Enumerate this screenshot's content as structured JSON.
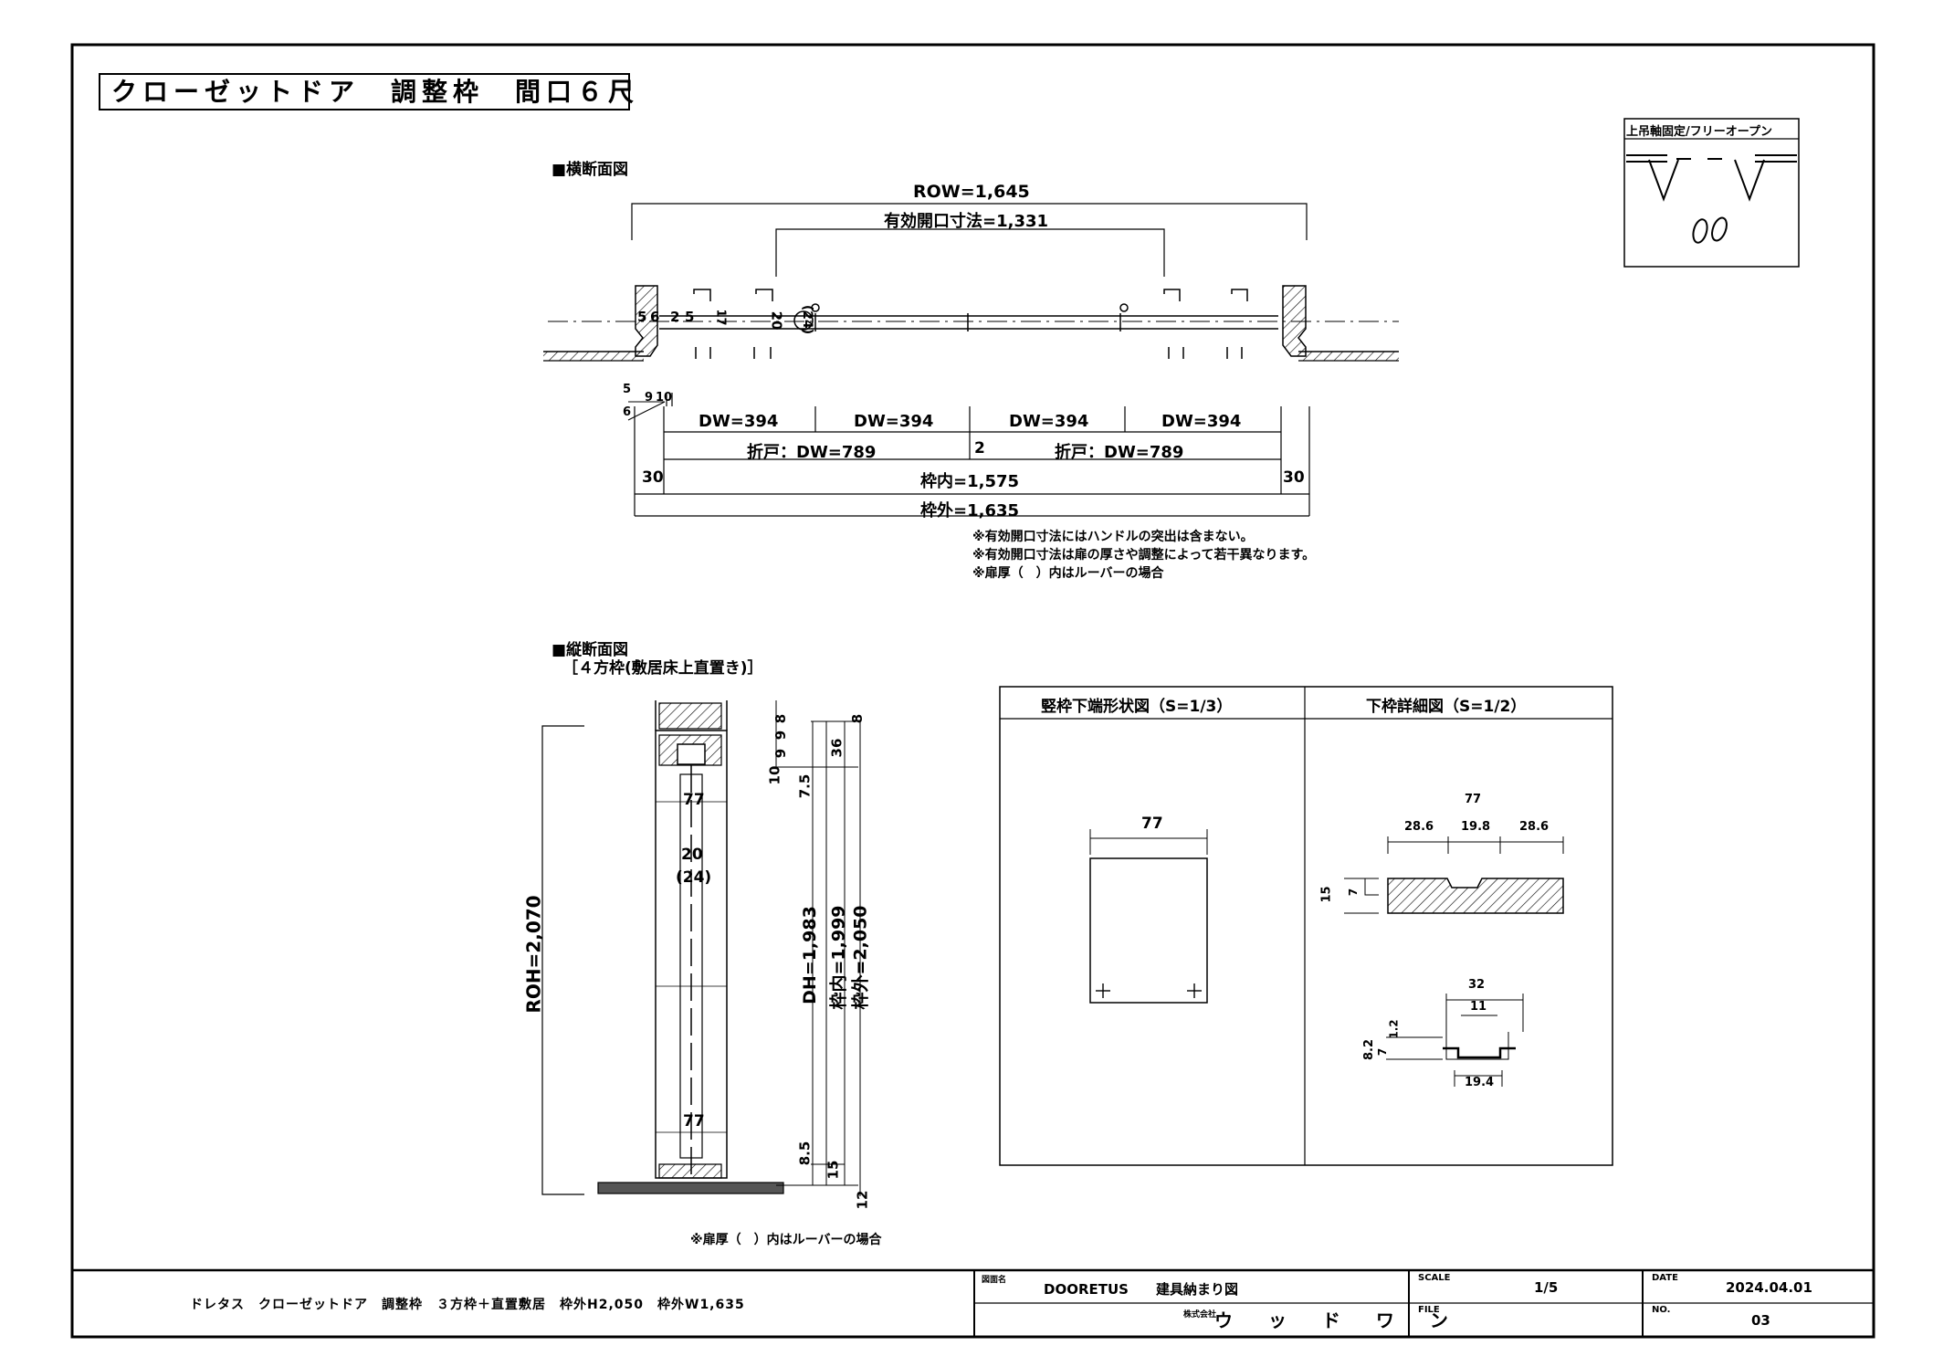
{
  "title": "クローゼットドア　調整枠　間口６尺",
  "legend": {
    "label": "上吊軸固定/フリーオープン"
  },
  "plan": {
    "heading": "■横断面図",
    "row": "ROW=1,645",
    "effective": "有効開口寸法=1,331",
    "small_dims": [
      "5",
      "6",
      "2",
      "5",
      "17",
      "20",
      "(24)"
    ],
    "left_dims": [
      "5",
      "6",
      "9",
      "10"
    ],
    "dw": [
      "DW=394",
      "DW=394",
      "DW=394",
      "DW=394"
    ],
    "fold_left": "折戸：DW=789",
    "fold_right": "折戸：DW=789",
    "gap": "2",
    "side_left": "30",
    "side_right": "30",
    "inner": "枠内=1,575",
    "outer": "枠外=1,635",
    "notes": [
      "※有効開口寸法にはハンドルの突出は含まない。",
      "※有効開口寸法は扉の厚さや調整によって若干異なります。",
      "※扉厚（　）内はルーバーの場合"
    ]
  },
  "section": {
    "heading": "■縦断面図",
    "subheading": "［４方枠(敷居床上直置き)］",
    "roh": "ROH=2,070",
    "dh": "DH=1,983",
    "inner": "枠内=1,999",
    "outer": "枠外=2,050",
    "door_labels": [
      "77",
      "20",
      "(24)",
      "77"
    ],
    "top_dims": [
      "10",
      "9",
      "9",
      "8",
      "8",
      "36",
      "7.5"
    ],
    "bottom_dims": [
      "8.5",
      "15",
      "12"
    ],
    "note": "※扉厚（　）内はルーバーの場合"
  },
  "details": {
    "left_header": "竪枠下端形状図（S=1/3）",
    "right_header": "下枠詳細図（S=1/2）",
    "left_width": "77",
    "sill": {
      "total": "77",
      "parts": [
        "28.6",
        "19.8",
        "28.6"
      ],
      "height": "15",
      "groove": "7"
    },
    "rail": {
      "width": "32",
      "inner": "11",
      "bottom": "19.4",
      "heights": [
        "8.2",
        "7",
        "1.2"
      ]
    }
  },
  "titleblock": {
    "description": "ドレタス　クローゼットドア　調整枠　３方枠＋直置敷居　枠外H2,050　枠外W1,635",
    "name_label": "図面名",
    "name_value": "DOORETUS　　建具納まり図",
    "company_prefix": "株式会社",
    "company": "ウ ッ ド ワ ン",
    "scale_label": "SCALE",
    "scale_value": "1/5",
    "file_label": "FILE",
    "file_value": "",
    "date_label": "DATE",
    "date_value": "2024.04.01",
    "no_label": "NO.",
    "no_value": "03"
  }
}
